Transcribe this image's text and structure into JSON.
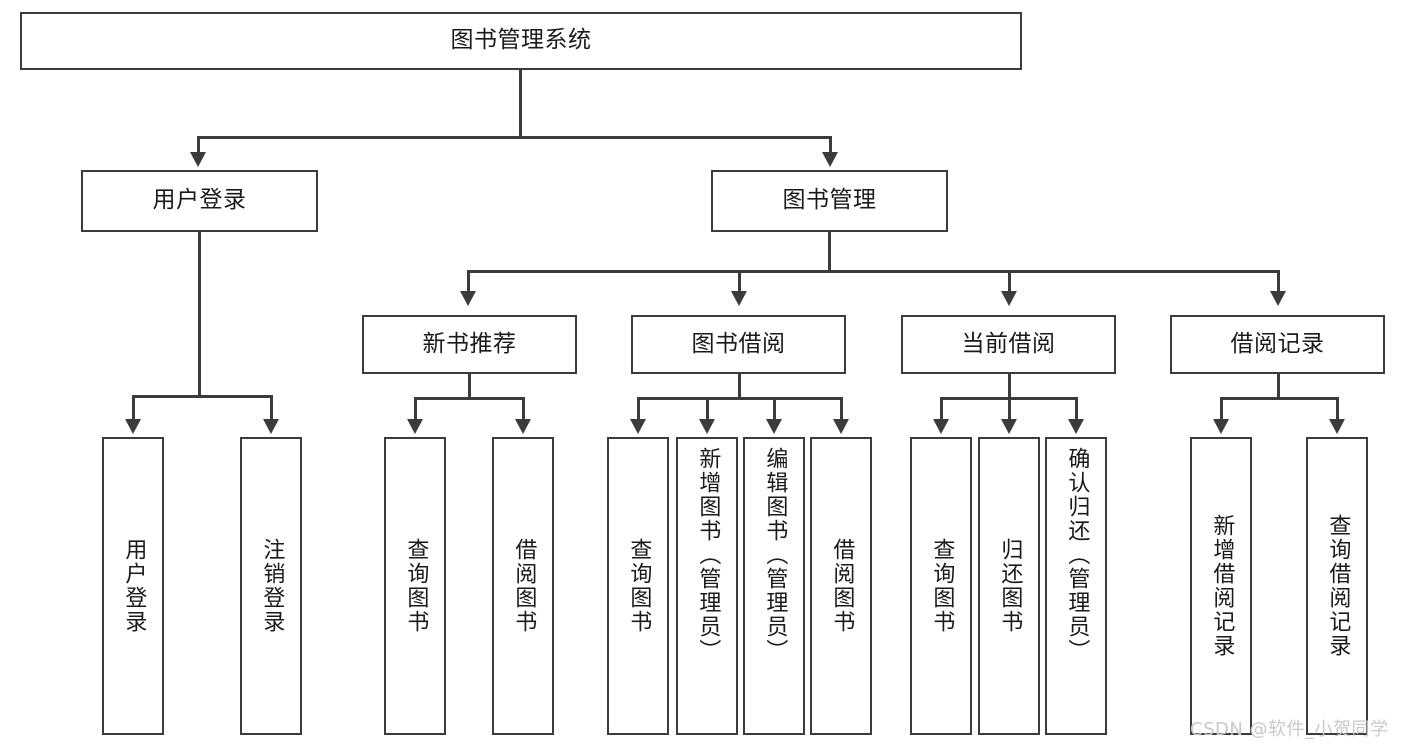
{
  "diagram": {
    "title": "图书管理系统",
    "type": "tree",
    "watermark": "CSDN @软件_小贺同学",
    "colors": {
      "stroke": "#3b3b3b",
      "fill": "#ffffff",
      "text": "#1a1a1a",
      "watermark": "#c9c9c9"
    },
    "levels": {
      "root": {
        "label": "图书管理系统"
      },
      "level2": [
        {
          "label": "用户登录"
        },
        {
          "label": "图书管理"
        }
      ],
      "level3": [
        {
          "label": "新书推荐"
        },
        {
          "label": "图书借阅"
        },
        {
          "label": "当前借阅"
        },
        {
          "label": "借阅记录"
        }
      ],
      "leaves": {
        "user_login": [
          {
            "label": "用户登录"
          },
          {
            "label": "注销登录"
          }
        ],
        "new_book": [
          {
            "label": "查询图书"
          },
          {
            "label": "借阅图书"
          }
        ],
        "book_borrow": [
          {
            "label": "查询图书"
          },
          {
            "label": "新增图书（管理员）"
          },
          {
            "label": "编辑图书（管理员）"
          },
          {
            "label": "借阅图书"
          }
        ],
        "current_borrow": [
          {
            "label": "查询图书"
          },
          {
            "label": "归还图书"
          },
          {
            "label": "确认归还（管理员）"
          }
        ],
        "borrow_record": [
          {
            "label": "新增借阅记录"
          },
          {
            "label": "查询借阅记录"
          }
        ]
      }
    }
  }
}
